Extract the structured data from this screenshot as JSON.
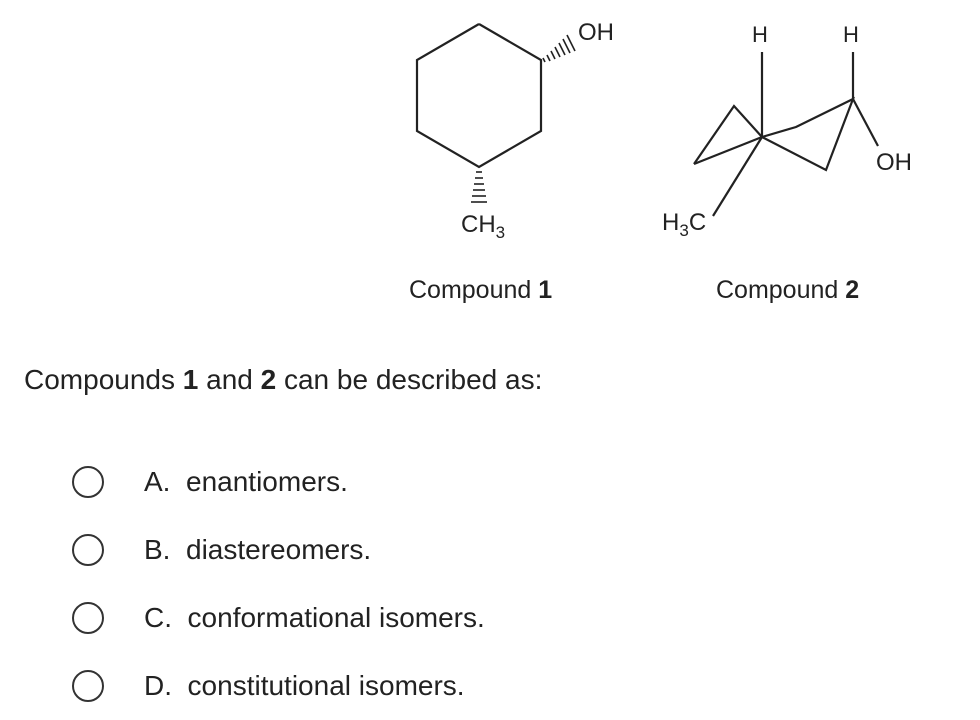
{
  "compound1": {
    "substituent_top": "OH",
    "substituent_bottom_main": "CH",
    "substituent_bottom_sub": "3",
    "caption_prefix": "Compound ",
    "caption_number": "1"
  },
  "compound2": {
    "h_left": "H",
    "h_right": "H",
    "oh": "OH",
    "methyl_main": "H",
    "methyl_sub": "3",
    "methyl_end": "C",
    "caption_prefix": "Compound ",
    "caption_number": "2"
  },
  "question": {
    "part1": "Compounds ",
    "num1": "1",
    "part2": " and ",
    "num2": "2",
    "part3": " can be described as:"
  },
  "options": [
    {
      "letter": "A.",
      "text": "enantiomers.",
      "full": "A.  enantiomers."
    },
    {
      "letter": "B.",
      "text": "diastereomers.",
      "full": "B.  diastereomers."
    },
    {
      "letter": "C.",
      "text": "conformational isomers.",
      "full": "C.  conformational isomers."
    },
    {
      "letter": "D.",
      "text": "constitutional isomers.",
      "full": "D.  constitutional isomers."
    }
  ]
}
